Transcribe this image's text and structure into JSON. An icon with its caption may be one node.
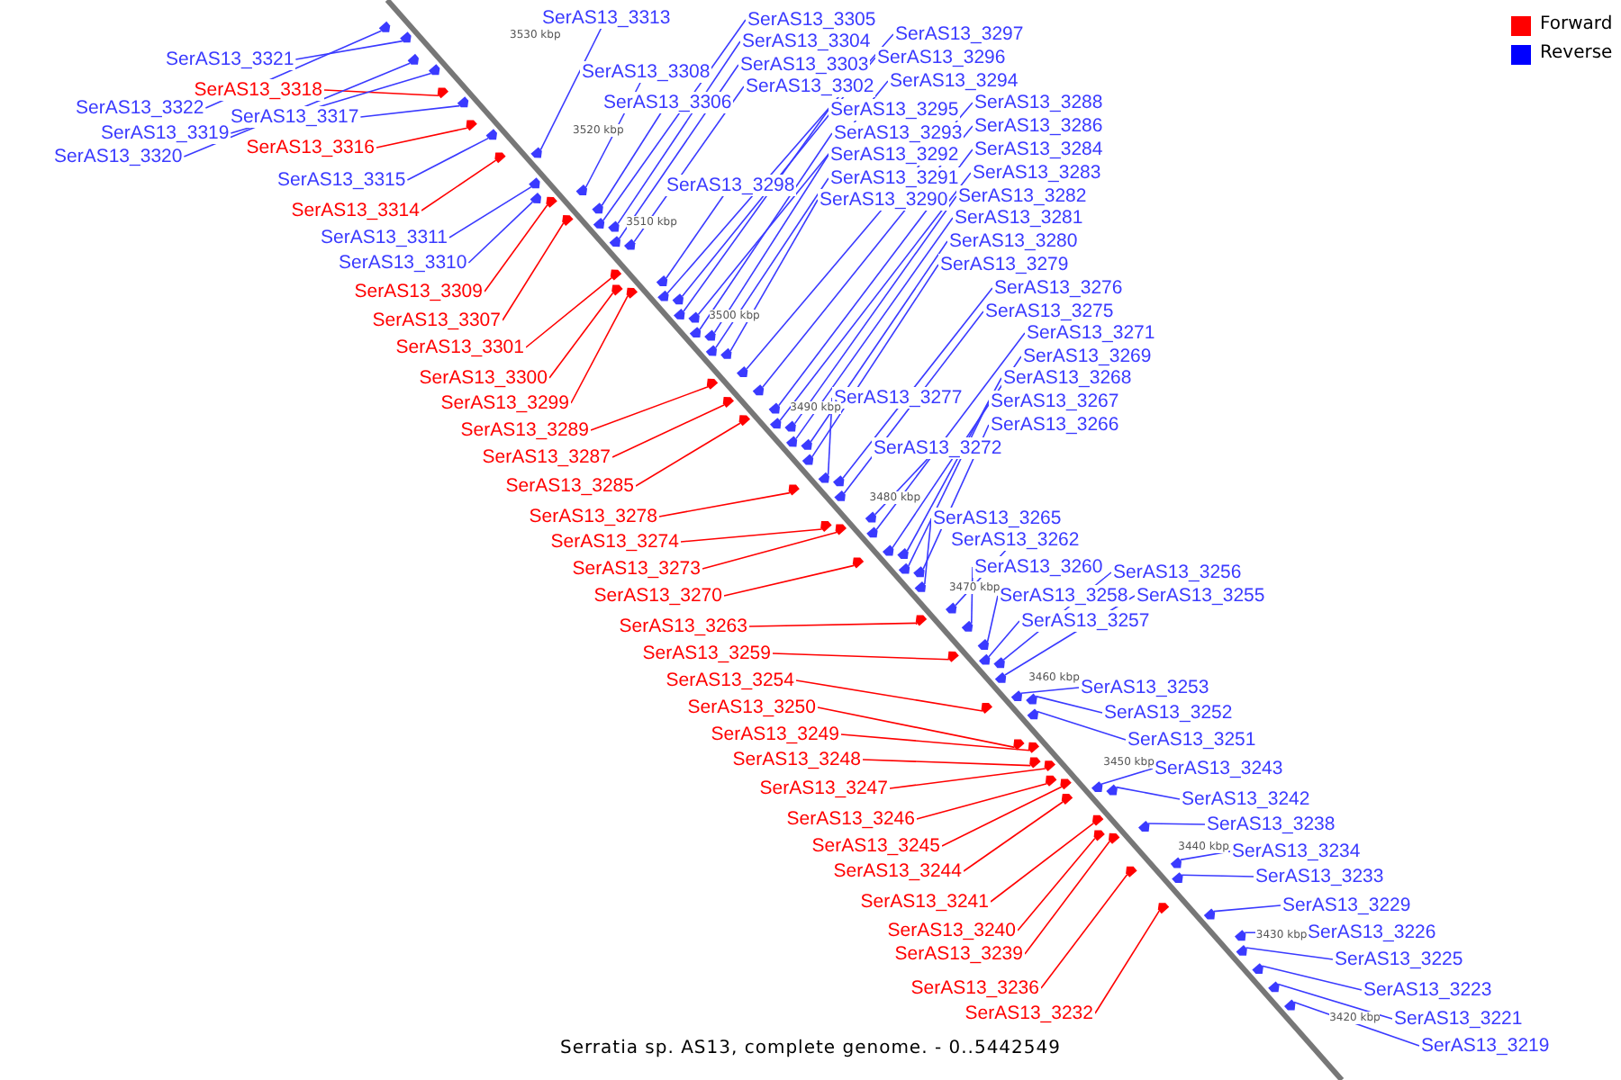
{
  "diagram": {
    "caption": "Serratia sp. AS13, complete genome. - 0..5442549",
    "nodes": [
      {
        "text": [
          "SerAS13_3313"
        ]
      },
      {
        "text": [
          "SerAS13_3305"
        ]
      },
      {
        "text": [
          "SerAS13_3297"
        ]
      },
      {
        "text": [
          "SerAS13_3304"
        ]
      },
      {
        "text": [
          "SerAS13_3296"
        ]
      },
      {
        "text": [
          "SerAS13_3321"
        ]
      },
      {
        "text": [
          "SerAS13_3303"
        ]
      },
      {
        "text": [
          "SerAS13_3308"
        ]
      },
      {
        "text": [
          "SerAS13_3294"
        ]
      },
      {
        "text": [
          "SerAS13_3302"
        ]
      },
      {
        "text": [
          "SerAS13_3318"
        ]
      },
      {
        "text": [
          "SerAS13_3306"
        ]
      },
      {
        "text": [
          "SerAS13_3288"
        ]
      },
      {
        "text": [
          "SerAS13_3322"
        ]
      },
      {
        "text": [
          "SerAS13_3295"
        ]
      },
      {
        "text": [
          "SerAS13_3317"
        ]
      },
      {
        "text": [
          "SerAS13_3286"
        ]
      },
      {
        "text": [
          "SerAS13_3319"
        ]
      },
      {
        "text": [
          "SerAS13_3293"
        ]
      },
      {
        "text": [
          "SerAS13_3316"
        ]
      },
      {
        "text": [
          "SerAS13_3284"
        ]
      },
      {
        "text": [
          "SerAS13_3292"
        ]
      },
      {
        "text": [
          "SerAS13_3320"
        ]
      },
      {
        "text": [
          "SerAS13_3283"
        ]
      },
      {
        "text": [
          "SerAS13_3291"
        ]
      },
      {
        "text": [
          "SerAS13_3315"
        ]
      },
      {
        "text": [
          "SerAS13_3298"
        ]
      },
      {
        "text": [
          "SerAS13_3282"
        ]
      },
      {
        "text": [
          "SerAS13_3290"
        ]
      },
      {
        "text": [
          "SerAS13_3314"
        ]
      },
      {
        "text": [
          "SerAS13_3281"
        ]
      },
      {
        "text": [
          "SerAS13_3311"
        ]
      },
      {
        "text": [
          "SerAS13_3280"
        ]
      },
      {
        "text": [
          "SerAS13_3310"
        ]
      },
      {
        "text": [
          "SerAS13_3279"
        ]
      },
      {
        "text": [
          "SerAS13_3276"
        ]
      },
      {
        "text": [
          "SerAS13_3309"
        ]
      },
      {
        "text": [
          "SerAS13_3275"
        ]
      },
      {
        "text": [
          "SerAS13_3307"
        ]
      },
      {
        "text": [
          "SerAS13_3271"
        ]
      },
      {
        "text": [
          "SerAS13_3301"
        ]
      },
      {
        "text": [
          "SerAS13_3269"
        ]
      },
      {
        "text": [
          "SerAS13_3300"
        ]
      },
      {
        "text": [
          "SerAS13_3268"
        ]
      },
      {
        "text": [
          "SerAS13_3277"
        ]
      },
      {
        "text": [
          "SerAS13_3267"
        ]
      },
      {
        "text": [
          "SerAS13_3299"
        ]
      },
      {
        "text": [
          "SerAS13_3266"
        ]
      },
      {
        "text": [
          "SerAS13_3289"
        ]
      },
      {
        "text": [
          "SerAS13_3272"
        ]
      },
      {
        "text": [
          "SerAS13_3287"
        ]
      },
      {
        "text": [
          "SerAS13_3285"
        ]
      },
      {
        "text": [
          "SerAS13_3278"
        ]
      },
      {
        "text": [
          "SerAS13_3265"
        ]
      },
      {
        "text": [
          "SerAS13_3262"
        ]
      },
      {
        "text": [
          "SerAS13_3274"
        ]
      },
      {
        "text": [
          "SerAS13_3260"
        ]
      },
      {
        "text": [
          "SerAS13_3273"
        ]
      },
      {
        "text": [
          "SerAS13_3256"
        ]
      },
      {
        "text": [
          "SerAS13_3270"
        ]
      },
      {
        "text": [
          "SerAS13_3258"
        ]
      },
      {
        "text": [
          "SerAS13_3255"
        ]
      },
      {
        "text": [
          "SerAS13_3257"
        ]
      },
      {
        "text": [
          "SerAS13_3263"
        ]
      },
      {
        "text": [
          "SerAS13_3259"
        ]
      },
      {
        "text": [
          "SerAS13_3254"
        ]
      },
      {
        "text": [
          "SerAS13_3253"
        ]
      },
      {
        "text": [
          "SerAS13_3250"
        ]
      },
      {
        "text": [
          "SerAS13_3252"
        ]
      },
      {
        "text": [
          "SerAS13_3249"
        ]
      },
      {
        "text": [
          "SerAS13_3251"
        ]
      },
      {
        "text": [
          "SerAS13_3248"
        ]
      },
      {
        "text": [
          "SerAS13_3243"
        ]
      },
      {
        "text": [
          "SerAS13_3247"
        ]
      },
      {
        "text": [
          "SerAS13_3242"
        ]
      },
      {
        "text": [
          "SerAS13_3246"
        ]
      },
      {
        "text": [
          "SerAS13_3238"
        ]
      },
      {
        "text": [
          "SerAS13_3245"
        ]
      },
      {
        "text": [
          "SerAS13_3234"
        ]
      },
      {
        "text": [
          "SerAS13_3244"
        ]
      },
      {
        "text": [
          "SerAS13_3233"
        ]
      },
      {
        "text": [
          "SerAS13_3241"
        ]
      },
      {
        "text": [
          "SerAS13_3229"
        ]
      },
      {
        "text": [
          "SerAS13_3240"
        ]
      },
      {
        "text": [
          "SerAS13_3226"
        ]
      },
      {
        "text": [
          "SerAS13_3239"
        ]
      },
      {
        "text": [
          "SerAS13_3225"
        ]
      },
      {
        "text": [
          "SerAS13_3236"
        ]
      },
      {
        "text": [
          "SerAS13_3223"
        ]
      },
      {
        "text": [
          "SerAS13_3232"
        ]
      },
      {
        "text": [
          "SerAS13_3221"
        ]
      },
      {
        "text": [
          "SerAS13_3219"
        ]
      },
      {
        "text": [],
        "shape": "arrow"
      },
      {
        "text": [],
        "shape": "arrow"
      },
      {
        "text": [],
        "shape": "arrow"
      },
      {
        "text": [],
        "shape": "arrow"
      },
      {
        "text": [],
        "shape": "arrow"
      },
      {
        "text": [],
        "shape": "arrow"
      },
      {
        "text": [],
        "shape": "arrow"
      },
      {
        "text": [],
        "shape": "arrow"
      },
      {
        "text": [],
        "shape": "arrow"
      },
      {
        "text": [],
        "shape": "arrow"
      },
      {
        "text": [],
        "shape": "arrow"
      },
      {
        "text": [],
        "shape": "arrow"
      },
      {
        "text": [],
        "shape": "arrow"
      },
      {
        "text": [],
        "shape": "arrow"
      },
      {
        "text": [],
        "shape": "arrow"
      },
      {
        "text": [],
        "shape": "arrow"
      },
      {
        "text": [],
        "shape": "arrow"
      },
      {
        "text": [],
        "shape": "arrow"
      },
      {
        "text": [],
        "shape": "arrow"
      },
      {
        "text": [],
        "shape": "arrow"
      },
      {
        "text": [],
        "shape": "arrow"
      },
      {
        "text": [],
        "shape": "arrow"
      },
      {
        "text": [],
        "shape": "arrow"
      },
      {
        "text": [],
        "shape": "arrow"
      },
      {
        "text": [],
        "shape": "arrow"
      },
      {
        "text": [],
        "shape": "arrow"
      },
      {
        "text": [],
        "shape": "arrow"
      },
      {
        "text": [],
        "shape": "arrow"
      },
      {
        "text": [],
        "shape": "arrow"
      },
      {
        "text": [],
        "shape": "arrow"
      },
      {
        "text": [],
        "shape": "arrow"
      },
      {
        "text": [],
        "shape": "arrow"
      },
      {
        "text": [],
        "shape": "arrow"
      },
      {
        "text": [],
        "shape": "arrow"
      },
      {
        "text": [],
        "shape": "arrow"
      },
      {
        "text": [],
        "shape": "arrow"
      },
      {
        "text": [],
        "shape": "arrow"
      },
      {
        "text": [],
        "shape": "arrow"
      },
      {
        "text": [],
        "shape": "arrow"
      },
      {
        "text": [],
        "shape": "arrow"
      },
      {
        "text": [],
        "shape": "arrow"
      },
      {
        "text": [],
        "shape": "arrow"
      },
      {
        "text": [],
        "shape": "arrow"
      },
      {
        "text": [],
        "shape": "arrow"
      },
      {
        "text": [],
        "shape": "arrow"
      },
      {
        "text": [],
        "shape": "arrow"
      },
      {
        "text": [],
        "shape": "arrow"
      },
      {
        "text": [],
        "shape": "arrow"
      },
      {
        "text": [],
        "shape": "arrow"
      },
      {
        "text": [],
        "shape": "arrow"
      },
      {
        "text": [],
        "shape": "arrow"
      },
      {
        "text": [],
        "shape": "arrow"
      },
      {
        "text": [],
        "shape": "arrow"
      },
      {
        "text": [],
        "shape": "arrow"
      },
      {
        "text": [],
        "shape": "arrow"
      },
      {
        "text": [],
        "shape": "arrow"
      },
      {
        "text": [],
        "shape": "arrow"
      },
      {
        "text": [],
        "shape": "arrow"
      },
      {
        "text": [],
        "shape": "arrow"
      },
      {
        "text": [],
        "shape": "arrow"
      },
      {
        "text": [],
        "shape": "arrow"
      },
      {
        "text": [],
        "shape": "arrow"
      },
      {
        "text": [],
        "shape": "arrow"
      },
      {
        "text": [],
        "shape": "arrow"
      },
      {
        "text": [],
        "shape": "arrow"
      },
      {
        "text": [],
        "shape": "arrow"
      },
      {
        "text": [],
        "shape": "arrow"
      },
      {
        "text": [],
        "shape": "arrow"
      },
      {
        "text": [],
        "shape": "arrow"
      },
      {
        "text": [],
        "shape": "arrow"
      },
      {
        "text": [],
        "shape": "arrow"
      },
      {
        "text": [],
        "shape": "arrow"
      },
      {
        "text": [],
        "shape": "arrow"
      },
      {
        "text": [],
        "shape": "arrow"
      },
      {
        "text": [],
        "shape": "arrow"
      },
      {
        "text": [],
        "shape": "arrow"
      },
      {
        "text": [],
        "shape": "arrow"
      },
      {
        "text": [],
        "shape": "arrow"
      },
      {
        "text": [],
        "shape": "arrow"
      },
      {
        "text": [],
        "shape": "arrow"
      },
      {
        "text": [],
        "shape": "arrow"
      },
      {
        "text": [],
        "shape": "arrow"
      },
      {
        "text": [],
        "shape": "arrow"
      },
      {
        "text": [],
        "shape": "arrow"
      },
      {
        "text": [],
        "shape": "arrow"
      },
      {
        "text": [],
        "shape": "arrow"
      },
      {
        "text": [],
        "shape": "arrow"
      },
      {
        "text": [],
        "shape": "arrow"
      },
      {
        "text": [],
        "shape": "arrow"
      },
      {
        "text": [],
        "shape": "arrow"
      },
      {
        "text": [],
        "shape": "arrow"
      },
      {
        "text": [],
        "shape": "arrow"
      }
    ],
    "edges": [
      {
        "from": 0,
        "to": 101,
        "arrow": "none"
      },
      {
        "from": 1,
        "to": 108,
        "arrow": "none"
      },
      {
        "from": 2,
        "to": 116,
        "arrow": "none"
      },
      {
        "from": 3,
        "to": 109,
        "arrow": "none"
      },
      {
        "from": 4,
        "to": 117,
        "arrow": "none"
      },
      {
        "from": 5,
        "to": 93,
        "arrow": "none"
      },
      {
        "from": 6,
        "to": 110,
        "arrow": "none"
      },
      {
        "from": 7,
        "to": 105,
        "arrow": "none"
      },
      {
        "from": 8,
        "to": 119,
        "arrow": "none"
      },
      {
        "from": 9,
        "to": 111,
        "arrow": "none"
      },
      {
        "from": 10,
        "to": 96,
        "arrow": "none",
        "color": "#ff0000"
      },
      {
        "from": 11,
        "to": 107,
        "arrow": "none"
      },
      {
        "from": 12,
        "to": 125,
        "arrow": "none"
      },
      {
        "from": 13,
        "to": 92,
        "arrow": "none"
      },
      {
        "from": 14,
        "to": 118,
        "arrow": "none"
      },
      {
        "from": 15,
        "to": 97,
        "arrow": "none"
      },
      {
        "from": 16,
        "to": 127,
        "arrow": "none"
      },
      {
        "from": 17,
        "to": 95,
        "arrow": "none"
      },
      {
        "from": 18,
        "to": 120,
        "arrow": "none"
      },
      {
        "from": 19,
        "to": 98,
        "arrow": "none",
        "color": "#ff0000"
      },
      {
        "from": 20,
        "to": 129,
        "arrow": "none"
      },
      {
        "from": 21,
        "to": 121,
        "arrow": "none"
      },
      {
        "from": 22,
        "to": 94,
        "arrow": "none"
      },
      {
        "from": 23,
        "to": 130,
        "arrow": "none"
      },
      {
        "from": 24,
        "to": 122,
        "arrow": "none"
      },
      {
        "from": 25,
        "to": 99,
        "arrow": "none"
      },
      {
        "from": 26,
        "to": 115,
        "arrow": "none"
      },
      {
        "from": 27,
        "to": 131,
        "arrow": "none"
      },
      {
        "from": 28,
        "to": 123,
        "arrow": "none"
      },
      {
        "from": 29,
        "to": 100,
        "arrow": "none",
        "color": "#ff0000"
      },
      {
        "from": 30,
        "to": 132,
        "arrow": "none"
      },
      {
        "from": 31,
        "to": 102,
        "arrow": "none"
      },
      {
        "from": 32,
        "to": 133,
        "arrow": "none"
      },
      {
        "from": 33,
        "to": 103,
        "arrow": "none"
      },
      {
        "from": 34,
        "to": 134,
        "arrow": "none"
      },
      {
        "from": 35,
        "to": 137,
        "arrow": "none"
      },
      {
        "from": 36,
        "to": 104,
        "arrow": "none",
        "color": "#ff0000"
      },
      {
        "from": 37,
        "to": 138,
        "arrow": "none"
      },
      {
        "from": 38,
        "to": 106,
        "arrow": "none",
        "color": "#ff0000"
      },
      {
        "from": 39,
        "to": 142,
        "arrow": "none"
      },
      {
        "from": 40,
        "to": 112,
        "arrow": "none",
        "color": "#ff0000"
      },
      {
        "from": 41,
        "to": 144,
        "arrow": "none"
      },
      {
        "from": 42,
        "to": 113,
        "arrow": "none",
        "color": "#ff0000"
      },
      {
        "from": 43,
        "to": 145,
        "arrow": "none"
      },
      {
        "from": 44,
        "to": 136,
        "arrow": "none"
      },
      {
        "from": 45,
        "to": 146,
        "arrow": "none"
      },
      {
        "from": 46,
        "to": 114,
        "arrow": "none",
        "color": "#ff0000"
      },
      {
        "from": 47,
        "to": 147,
        "arrow": "none"
      },
      {
        "from": 48,
        "to": 124,
        "arrow": "none",
        "color": "#ff0000"
      },
      {
        "from": 49,
        "to": 141,
        "arrow": "none"
      },
      {
        "from": 50,
        "to": 126,
        "arrow": "none",
        "color": "#ff0000"
      },
      {
        "from": 51,
        "to": 128,
        "arrow": "none",
        "color": "#ff0000"
      },
      {
        "from": 52,
        "to": 135,
        "arrow": "none",
        "color": "#ff0000"
      },
      {
        "from": 53,
        "to": 148,
        "arrow": "none"
      },
      {
        "from": 54,
        "to": 150,
        "arrow": "none"
      },
      {
        "from": 55,
        "to": 139,
        "arrow": "none",
        "color": "#ff0000"
      },
      {
        "from": 56,
        "to": 151,
        "arrow": "none"
      },
      {
        "from": 57,
        "to": 140,
        "arrow": "none",
        "color": "#ff0000"
      },
      {
        "from": 58,
        "to": 155,
        "arrow": "none"
      },
      {
        "from": 59,
        "to": 143,
        "arrow": "none",
        "color": "#ff0000"
      },
      {
        "from": 60,
        "to": 153,
        "arrow": "none"
      },
      {
        "from": 61,
        "to": 156,
        "arrow": "none"
      },
      {
        "from": 62,
        "to": 154,
        "arrow": "none"
      },
      {
        "from": 63,
        "to": 149,
        "arrow": "none",
        "color": "#ff0000"
      },
      {
        "from": 64,
        "to": 152,
        "arrow": "none",
        "color": "#ff0000"
      },
      {
        "from": 65,
        "to": 157,
        "arrow": "none",
        "color": "#ff0000"
      },
      {
        "from": 66,
        "to": 158,
        "arrow": "none"
      },
      {
        "from": 67,
        "to": 161,
        "arrow": "none",
        "color": "#ff0000"
      },
      {
        "from": 68,
        "to": 159,
        "arrow": "none"
      },
      {
        "from": 69,
        "to": 162,
        "arrow": "none",
        "color": "#ff0000"
      },
      {
        "from": 70,
        "to": 160,
        "arrow": "none"
      },
      {
        "from": 71,
        "to": 163,
        "arrow": "none",
        "color": "#ff0000"
      },
      {
        "from": 72,
        "to": 168,
        "arrow": "none"
      },
      {
        "from": 73,
        "to": 164,
        "arrow": "none",
        "color": "#ff0000"
      },
      {
        "from": 74,
        "to": 169,
        "arrow": "none"
      },
      {
        "from": 75,
        "to": 165,
        "arrow": "none",
        "color": "#ff0000"
      },
      {
        "from": 76,
        "to": 173,
        "arrow": "none"
      },
      {
        "from": 77,
        "to": 166,
        "arrow": "none",
        "color": "#ff0000"
      },
      {
        "from": 78,
        "to": 175,
        "arrow": "none"
      },
      {
        "from": 79,
        "to": 167,
        "arrow": "none",
        "color": "#ff0000"
      },
      {
        "from": 80,
        "to": 176,
        "arrow": "none"
      },
      {
        "from": 81,
        "to": 170,
        "arrow": "none",
        "color": "#ff0000"
      },
      {
        "from": 82,
        "to": 178,
        "arrow": "none"
      },
      {
        "from": 83,
        "to": 171,
        "arrow": "none",
        "color": "#ff0000"
      },
      {
        "from": 84,
        "to": 179,
        "arrow": "none"
      },
      {
        "from": 85,
        "to": 172,
        "arrow": "none",
        "color": "#ff0000"
      },
      {
        "from": 86,
        "to": 180,
        "arrow": "none"
      },
      {
        "from": 87,
        "to": 174,
        "arrow": "none",
        "color": "#ff0000"
      },
      {
        "from": 88,
        "to": 181,
        "arrow": "none"
      },
      {
        "from": 89,
        "to": 177,
        "arrow": "none",
        "color": "#ff0000"
      },
      {
        "from": 90,
        "to": 182,
        "arrow": "none"
      },
      {
        "from": 91,
        "to": 183,
        "arrow": "none"
      }
    ],
    "labels": [
      "3530 kbp",
      "3520 kbp",
      "3510 kbp",
      "3500 kbp",
      "3490 kbp",
      "3480 kbp",
      "3470 kbp",
      "3460 kbp",
      "3450 kbp",
      "3440 kbp",
      "3430 kbp",
      "3420 kbp"
    ],
    "legend": [
      {
        "text": "Forward",
        "color": "#ff0000"
      },
      {
        "text": "Reverse",
        "color": "#0000ff"
      }
    ]
  }
}
